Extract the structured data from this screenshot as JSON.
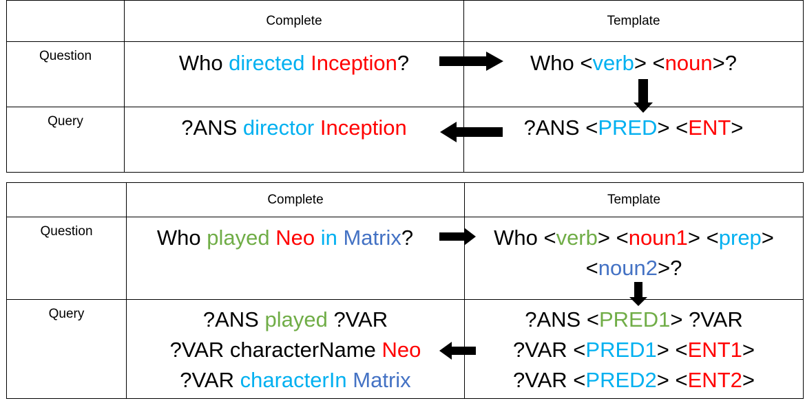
{
  "table1": {
    "headers": [
      "",
      "Complete",
      "Template"
    ],
    "rows": [
      {
        "label": "Question",
        "complete": [
          {
            "t": "Who ",
            "c": ""
          },
          {
            "t": "directed",
            "c": "blue"
          },
          {
            "t": " ",
            "c": ""
          },
          {
            "t": "Inception",
            "c": "red"
          },
          {
            "t": "?",
            "c": ""
          }
        ],
        "template": [
          {
            "t": "Who <",
            "c": ""
          },
          {
            "t": "verb",
            "c": "blue"
          },
          {
            "t": "> <",
            "c": ""
          },
          {
            "t": "noun",
            "c": "red"
          },
          {
            "t": ">?",
            "c": ""
          }
        ]
      },
      {
        "label": "Query",
        "complete": [
          {
            "t": "?ANS ",
            "c": ""
          },
          {
            "t": "director",
            "c": "blue"
          },
          {
            "t": " ",
            "c": ""
          },
          {
            "t": "Inception",
            "c": "red"
          }
        ],
        "template": [
          {
            "t": "?ANS <",
            "c": ""
          },
          {
            "t": "PRED",
            "c": "blue"
          },
          {
            "t": "> <",
            "c": ""
          },
          {
            "t": "ENT",
            "c": "red"
          },
          {
            "t": ">",
            "c": ""
          }
        ]
      }
    ]
  },
  "table2": {
    "headers": [
      "",
      "Complete",
      "Template"
    ],
    "rows": [
      {
        "label": "Question",
        "complete": [
          [
            {
              "t": "Who ",
              "c": ""
            },
            {
              "t": "played",
              "c": "green"
            },
            {
              "t": " ",
              "c": ""
            },
            {
              "t": "Neo",
              "c": "red"
            },
            {
              "t": " ",
              "c": ""
            },
            {
              "t": "in",
              "c": "blue"
            },
            {
              "t": " ",
              "c": ""
            },
            {
              "t": "Matrix",
              "c": "dblue"
            },
            {
              "t": "?",
              "c": ""
            }
          ]
        ],
        "template": [
          [
            {
              "t": "Who <",
              "c": ""
            },
            {
              "t": "verb",
              "c": "green"
            },
            {
              "t": "> <",
              "c": ""
            },
            {
              "t": "noun1",
              "c": "red"
            },
            {
              "t": "> <",
              "c": ""
            },
            {
              "t": "prep",
              "c": "blue"
            },
            {
              "t": ">",
              "c": ""
            }
          ],
          [
            {
              "t": "<",
              "c": ""
            },
            {
              "t": "noun2",
              "c": "dblue"
            },
            {
              "t": ">?",
              "c": ""
            }
          ]
        ]
      },
      {
        "label": "Query",
        "complete": [
          [
            {
              "t": "?ANS ",
              "c": ""
            },
            {
              "t": "played",
              "c": "green"
            },
            {
              "t": " ?VAR",
              "c": ""
            }
          ],
          [
            {
              "t": "?VAR characterName ",
              "c": ""
            },
            {
              "t": "Neo",
              "c": "red"
            }
          ],
          [
            {
              "t": "?VAR ",
              "c": ""
            },
            {
              "t": "characterIn",
              "c": "blue"
            },
            {
              "t": " ",
              "c": ""
            },
            {
              "t": "Matrix",
              "c": "dblue"
            }
          ]
        ],
        "template": [
          [
            {
              "t": "?ANS <",
              "c": ""
            },
            {
              "t": "PRED1",
              "c": "green"
            },
            {
              "t": "> ?VAR",
              "c": ""
            }
          ],
          [
            {
              "t": "?VAR <",
              "c": ""
            },
            {
              "t": "PRED1",
              "c": "blue"
            },
            {
              "t": "> <",
              "c": ""
            },
            {
              "t": "ENT1",
              "c": "red"
            },
            {
              "t": ">",
              "c": ""
            }
          ],
          [
            {
              "t": "?VAR <",
              "c": ""
            },
            {
              "t": "PRED2",
              "c": "blue"
            },
            {
              "t": "> <",
              "c": ""
            },
            {
              "t": "ENT2",
              "c": "red"
            },
            {
              "t": ">",
              "c": ""
            }
          ]
        ]
      }
    ]
  },
  "colors": {
    "blue": "#00B0F0",
    "red": "#FF0000",
    "green": "#70AD47",
    "dblue": "#4472C4",
    "arrow": "#000000"
  },
  "arrows": [
    "right-arrow",
    "down-arrow",
    "left-arrow",
    "right-arrow",
    "down-arrow",
    "left-arrow"
  ]
}
